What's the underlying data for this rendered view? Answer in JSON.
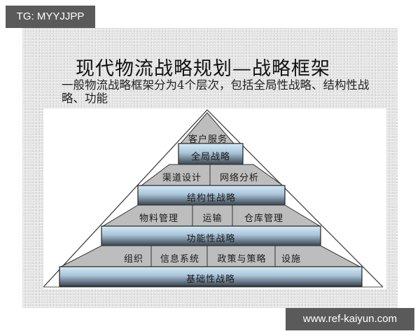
{
  "watermarks": {
    "top_left": "TG: MYYJJPP",
    "bottom_right": "www.ref-kaiyun.com"
  },
  "slide": {
    "title": "现代物流战略规划—战略框架",
    "subtitle": "一般物流战略框架分为4个层次，包括全局性战略、结构性战略、功能"
  },
  "pyramid": {
    "levels": [
      {
        "band_items": [
          "客户服务"
        ],
        "bar_label": "全局战略"
      },
      {
        "band_items": [
          "渠道设计",
          "网络分析"
        ],
        "bar_label": "结构性战略"
      },
      {
        "band_items": [
          "物料管理",
          "运输",
          "仓库管理"
        ],
        "bar_label": "功能性战略"
      },
      {
        "band_items": [
          "组织",
          "信息系统",
          "政策与策略",
          "设施"
        ],
        "bar_label": "基础性战略"
      }
    ],
    "colors": {
      "band_gray": "#bdbdbd",
      "bar_top": "#c9e3f5",
      "bar_bottom": "#3d4650",
      "outline": "#222222"
    }
  }
}
